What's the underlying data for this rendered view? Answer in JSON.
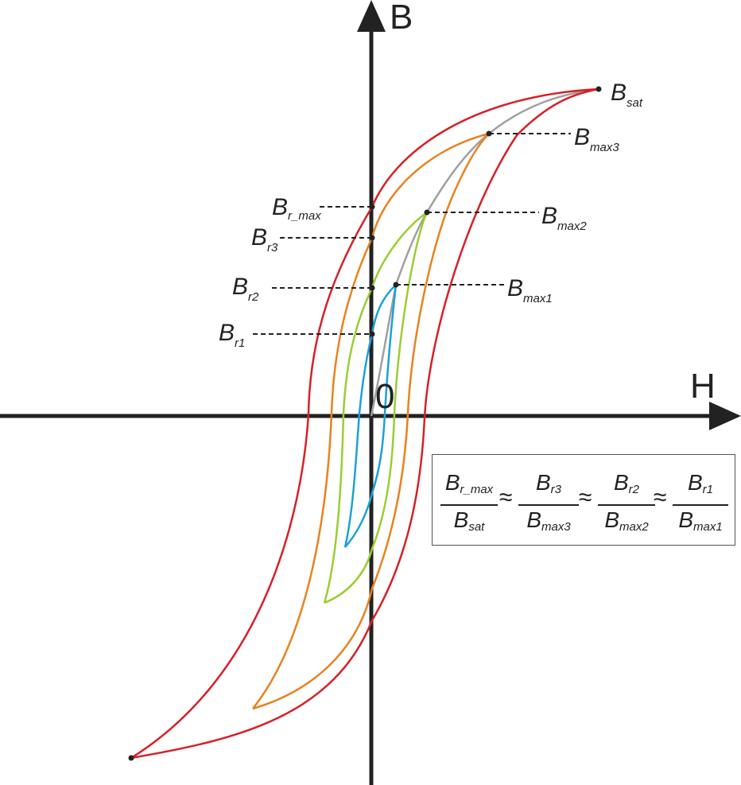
{
  "axes": {
    "x_label": "H",
    "y_label": "B",
    "origin_label": "0"
  },
  "labels": {
    "bsat": {
      "main": "B",
      "sub": "sat"
    },
    "bmax3": {
      "main": "B",
      "sub": "max3"
    },
    "bmax2": {
      "main": "B",
      "sub": "max2"
    },
    "bmax1": {
      "main": "B",
      "sub": "max1"
    },
    "brmax": {
      "main": "B",
      "sub": "r_max"
    },
    "br3": {
      "main": "B",
      "sub": "r3"
    },
    "br2": {
      "main": "B",
      "sub": "r2"
    },
    "br1": {
      "main": "B",
      "sub": "r1"
    }
  },
  "formula": {
    "fractions": [
      {
        "num_main": "B",
        "num_sub": "r_max",
        "den_main": "B",
        "den_sub": "sat"
      },
      {
        "num_main": "B",
        "num_sub": "r3",
        "den_main": "B",
        "den_sub": "max3"
      },
      {
        "num_main": "B",
        "num_sub": "r2",
        "den_main": "B",
        "den_sub": "max2"
      },
      {
        "num_main": "B",
        "num_sub": "r1",
        "den_main": "B",
        "den_sub": "max1"
      }
    ],
    "approx_symbol": "≈"
  },
  "colors": {
    "saturation_loop": "#d62027",
    "loop3": "#e8821e",
    "loop2": "#9acd32",
    "loop1": "#1ba1d8",
    "initial_curve": "#a0a0a0",
    "axis": "#222222"
  }
}
